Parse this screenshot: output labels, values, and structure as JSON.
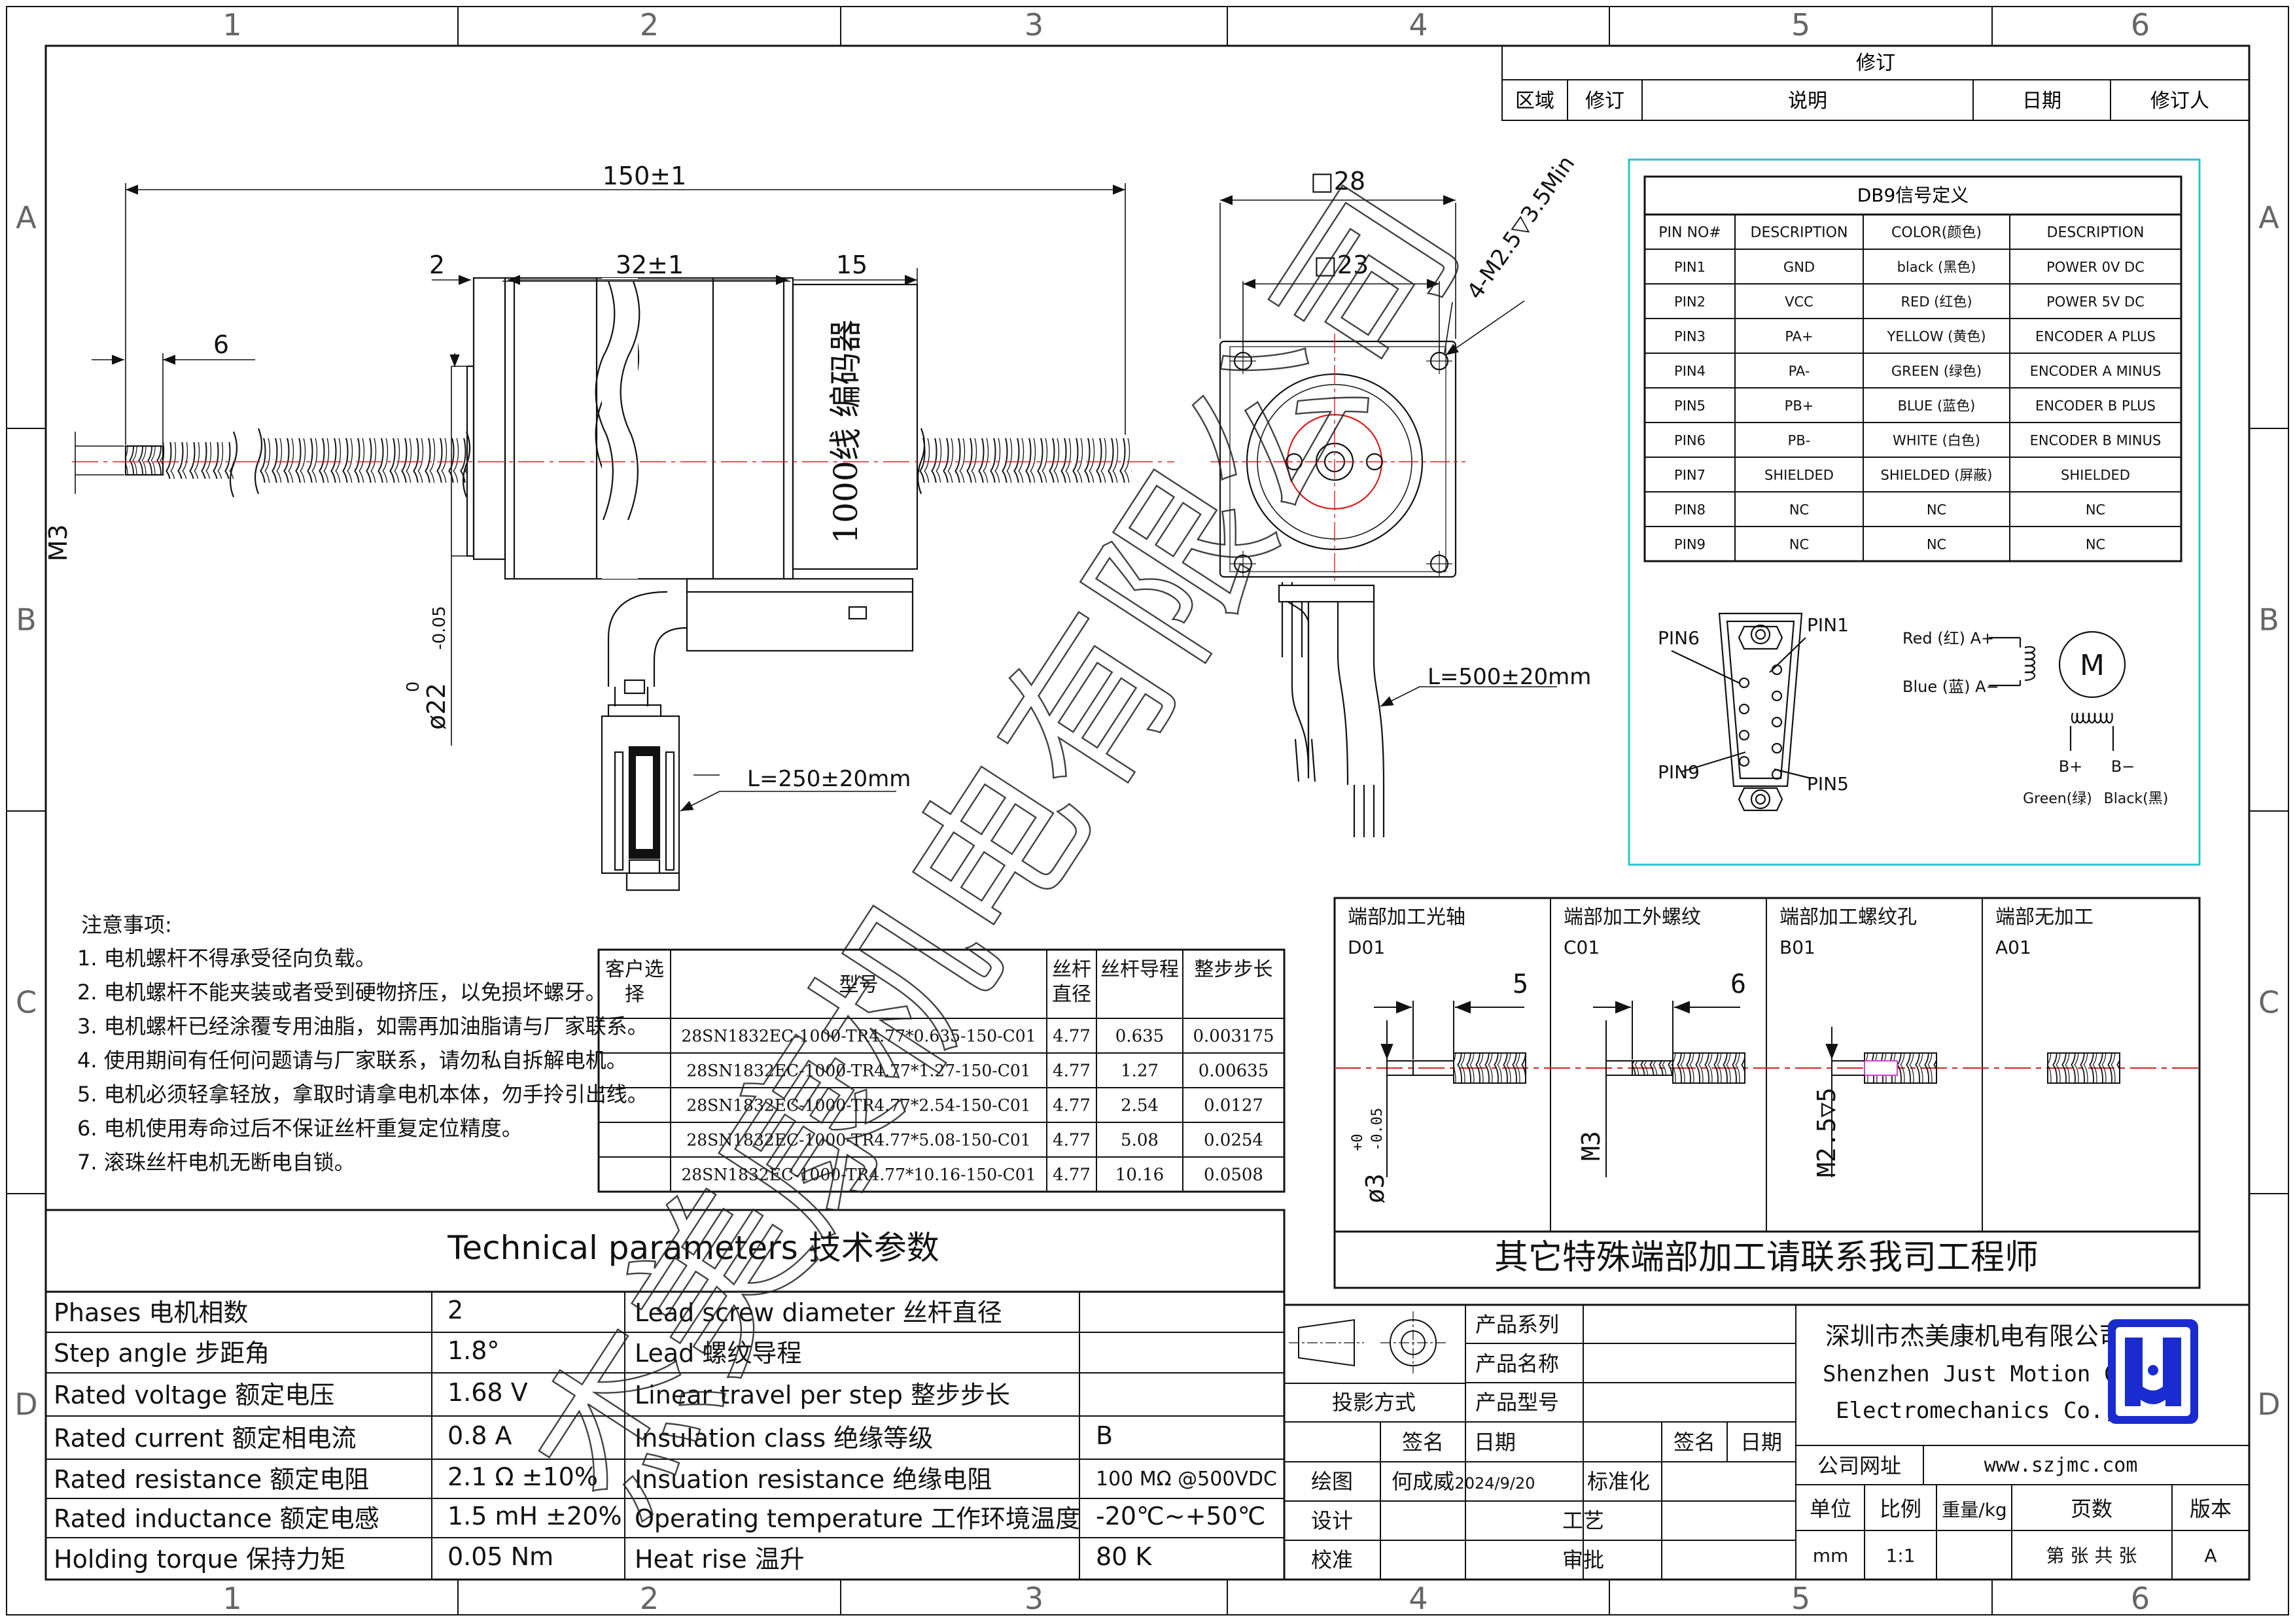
{
  "frame": {
    "cols": [
      "1",
      "2",
      "3",
      "4",
      "5",
      "6"
    ],
    "rows": [
      "A",
      "B",
      "C",
      "D"
    ]
  },
  "revision": {
    "title": "修订",
    "headers": [
      "区域",
      "修订",
      "说明",
      "日期",
      "修订人"
    ]
  },
  "views": {
    "side": {
      "dim_total": "150±1",
      "dim_2": "2",
      "dim_32": "32±1",
      "dim_15": "15",
      "dim_6": "6",
      "dim_m3": "M3",
      "dim_dia": "ø22",
      "dim_tol_upper": "0",
      "dim_tol_lower": "-0.05",
      "encoder_label": "1000线 编码器",
      "cable_length": "L=250±20mm"
    },
    "front": {
      "dim_28": "□28",
      "dim_23": "□23",
      "holes": "4-M2.5▽3.5Min",
      "cable_length": "L=500±20mm"
    }
  },
  "db9": {
    "title": "DB9信号定义",
    "headers": [
      "PIN NO#",
      "DESCRIPTION",
      "COLOR(颜色)",
      "DESCRIPTION"
    ],
    "rows": [
      [
        "PIN1",
        "GND",
        "black (黑色)",
        "POWER 0V DC"
      ],
      [
        "PIN2",
        "VCC",
        "RED (红色)",
        "POWER 5V DC"
      ],
      [
        "PIN3",
        "PA+",
        "YELLOW (黄色)",
        "ENCODER A PLUS"
      ],
      [
        "PIN4",
        "PA-",
        "GREEN (绿色)",
        "ENCODER A MINUS"
      ],
      [
        "PIN5",
        "PB+",
        "BLUE (蓝色)",
        "ENCODER B PLUS"
      ],
      [
        "PIN6",
        "PB-",
        "WHITE (白色)",
        "ENCODER B MINUS"
      ],
      [
        "PIN7",
        "SHIELDED",
        "SHIELDED (屏蔽)",
        "SHIELDED"
      ],
      [
        "PIN8",
        "NC",
        "NC",
        "NC"
      ],
      [
        "PIN9",
        "NC",
        "NC",
        "NC"
      ]
    ],
    "connector_labels": [
      "PIN6",
      "PIN1",
      "PIN9",
      "PIN5"
    ],
    "motor_labels": {
      "red": "Red (红) A+",
      "blue": "Blue (蓝) A−",
      "bplus": "B+",
      "bminus": "B−",
      "green": "Green(绿)",
      "black": "Black(黑)",
      "m": "M"
    }
  },
  "notes": {
    "title": "注意事项:",
    "items": [
      "1. 电机螺杆不得承受径向负载。",
      "2. 电机螺杆不能夹装或者受到硬物挤压，以免损坏螺牙。",
      "3. 电机螺杆已经涂覆专用油脂，如需再加油脂请与厂家联系。",
      "4. 使用期间有任何问题请与厂家联系，请勿私自拆解电机。",
      "5. 电机必须轻拿轻放，拿取时请拿电机本体，勿手拎引出线。",
      "6. 电机使用寿命过后不保证丝杆重复定位精度。",
      "7. 滚珠丝杆电机无断电自锁。"
    ]
  },
  "model_table": {
    "headers": [
      "客户选择",
      "型号",
      "丝杆直径",
      "丝杆导程",
      "整步步长"
    ],
    "rows": [
      [
        "",
        "28SN1832EC-1000-TR4.77*0.635-150-C01",
        "4.77",
        "0.635",
        "0.003175"
      ],
      [
        "",
        "28SN1832EC-1000-TR4.77*1.27-150-C01",
        "4.77",
        "1.27",
        "0.00635"
      ],
      [
        "",
        "28SN1832EC-1000-TR4.77*2.54-150-C01",
        "4.77",
        "2.54",
        "0.0127"
      ],
      [
        "",
        "28SN1832EC-1000-TR4.77*5.08-150-C01",
        "4.77",
        "5.08",
        "0.0254"
      ],
      [
        "",
        "28SN1832EC-1000-TR4.77*10.16-150-C01",
        "4.77",
        "10.16",
        "0.0508"
      ]
    ]
  },
  "end_machining": {
    "cells": [
      {
        "title": "端部加工光轴",
        "code": "D01",
        "dim_top": "5",
        "dim_side": "ø3",
        "tol_upper": "+0",
        "tol_lower": "-0.05"
      },
      {
        "title": "端部加工外螺纹",
        "code": "C01",
        "dim_top": "6",
        "dim_side": "M3"
      },
      {
        "title": "端部加工螺纹孔",
        "code": "B01",
        "dim_side": "M2.5▽5"
      },
      {
        "title": "端部无加工",
        "code": "A01"
      }
    ],
    "footer": "其它特殊端部加工请联系我司工程师"
  },
  "tech": {
    "title": "Technical parameters 技术参数",
    "left": [
      [
        "Phases 电机相数",
        "2"
      ],
      [
        "Step angle 步距角",
        "1.8°"
      ],
      [
        "Rated voltage 额定电压",
        "1.68 V"
      ],
      [
        "Rated current 额定相电流",
        "0.8 A"
      ],
      [
        "Rated resistance 额定电阻",
        "2.1 Ω  ±10%"
      ],
      [
        "Rated inductance 额定电感",
        "1.5 mH ±20%"
      ],
      [
        "Holding torque 保持力矩",
        "0.05 Nm"
      ]
    ],
    "right": [
      [
        "Lead screw diameter 丝杆直径",
        ""
      ],
      [
        "Lead 螺纹导程",
        ""
      ],
      [
        "Linear travel per step 整步步长",
        ""
      ],
      [
        "Insulation class 绝缘等级",
        "B"
      ],
      [
        "Insuation resistance 绝缘电阻",
        "100 MΩ @500VDC"
      ],
      [
        "Operating temperature 工作环境温度",
        "-20℃~+50℃"
      ],
      [
        "Heat rise 温升",
        "80 K"
      ]
    ]
  },
  "title_block": {
    "projection": "投影方式",
    "series": "产品系列",
    "name": "产品名称",
    "model": "产品型号",
    "sign": "签名",
    "date": "日期",
    "sign2": "签名",
    "date2": "日期",
    "draw": "绘图",
    "drawer": "何成威",
    "draw_date": "2024/9/20",
    "design": "设计",
    "check": "校准",
    "standard": "标准化",
    "process": "工艺",
    "approve": "审批",
    "company_cn": "深圳市杰美康机电有限公司",
    "company_en1": "Shenzhen Just Motion Control",
    "company_en2": "Electromechanics Co.,LTD",
    "website_label": "公司网址",
    "website": "www.szjmc.com",
    "unit": "单位",
    "scale": "比例",
    "weight": "重量/kg",
    "pages": "页数",
    "version": "版本",
    "unit_val": "mm",
    "scale_val": "1:1",
    "pages_val": "第 张 共 张",
    "version_val": "A"
  },
  "watermark": "杰美康机电有限公司",
  "colors": {
    "line": "#111111",
    "red_center": "#d62020",
    "cyan_box": "#29c4d2",
    "logo_blue": "#1a2bd0",
    "pink_hole": "#d040d0"
  }
}
